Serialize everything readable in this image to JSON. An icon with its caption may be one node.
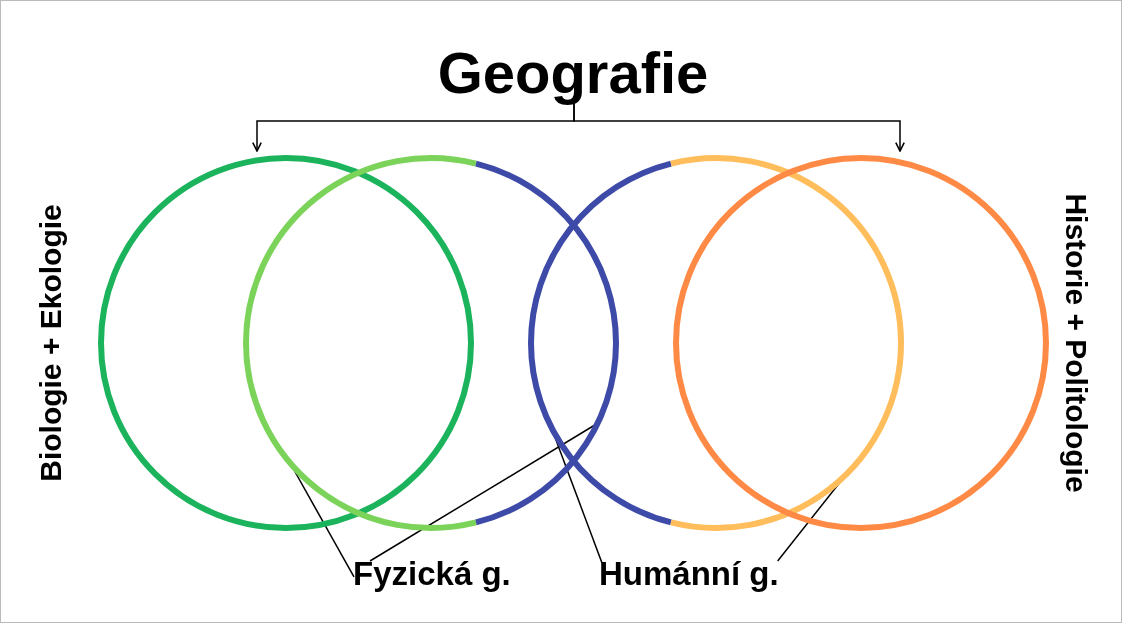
{
  "diagram": {
    "nodes": [
      {
        "text": [
          "Geografie"
        ]
      },
      {
        "text": [],
        "shape": "circle",
        "beside": [
          "Biologie + Ekologie"
        ]
      },
      {
        "text": [],
        "shape": "circle"
      },
      {
        "text": [],
        "shape": "circle"
      },
      {
        "text": [],
        "shape": "circle",
        "beside": [
          "Historie + Politologie"
        ]
      },
      {
        "text": [
          "Fyzická g."
        ]
      },
      {
        "text": [
          "Humánní g."
        ]
      }
    ],
    "edges": [
      {
        "from": 0,
        "to": 2,
        "arrow": "to"
      },
      {
        "from": 0,
        "to": 3,
        "arrow": "to"
      },
      {
        "from": 5,
        "to": 2,
        "arrow": "none"
      },
      {
        "from": 5,
        "to": 2,
        "arrow": "none"
      },
      {
        "from": 6,
        "to": 3,
        "arrow": "none"
      },
      {
        "from": 6,
        "to": 3,
        "arrow": "none"
      }
    ]
  }
}
